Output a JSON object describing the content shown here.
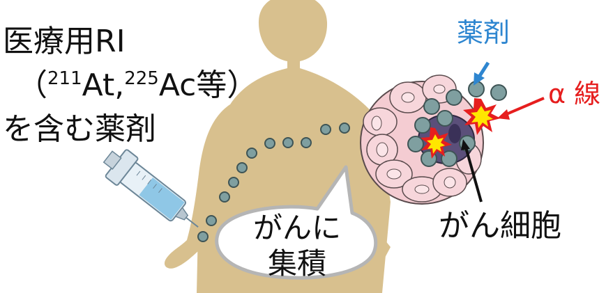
{
  "labels": {
    "title_line1": "医療用RI",
    "title_line2_open": "（",
    "title_sup1": "211",
    "title_el1": "At,",
    "title_sup2": "225",
    "title_el2": "Ac等）",
    "title_line3": "を含む薬剤",
    "drug": "薬剤",
    "alpha_ray": "α 線",
    "cancer_cell": "がん細胞",
    "bubble_line1": "がんに",
    "bubble_line2": "集積"
  },
  "colors": {
    "body_silhouette": "#d8c08e",
    "drug_particle": "#7f9fa0",
    "drug_label": "#2e86d0",
    "alpha_ray": "#e61e1e",
    "cancer_tissue": "#f4ccd2",
    "cancer_core": "#5b4f7a",
    "explosion_outer": "#e61e1e",
    "explosion_inner": "#ffe600",
    "syringe_liquid": "#8fc7e6",
    "speech_bubble_border": "#b5b5b5"
  }
}
